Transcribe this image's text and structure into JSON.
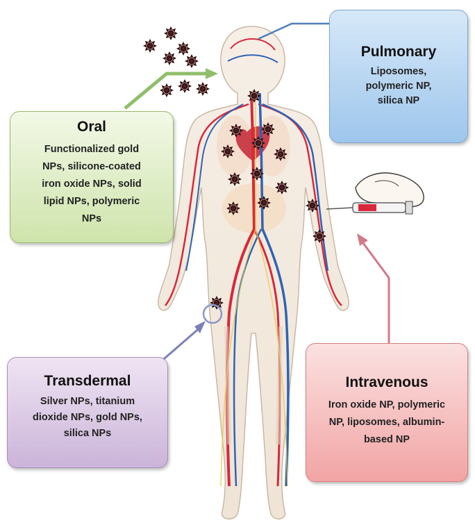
{
  "routes": {
    "oral": {
      "title": "Oral",
      "lines": [
        "Functionalized gold",
        "NPs, silicone-coated",
        "iron oxide NPs, solid",
        "lipid NPs, polymeric",
        "NPs"
      ]
    },
    "pulmonary": {
      "title": "Pulmonary",
      "lines": [
        "Liposomes,",
        "polymeric NP,",
        "silica NP"
      ]
    },
    "transdermal": {
      "title": "Transdermal",
      "lines": [
        "Silver NPs, titanium",
        "dioxide NPs, gold NPs,",
        "silica NPs"
      ]
    },
    "intravenous": {
      "title": "Intravenous",
      "lines": [
        "Iron oxide NP, polymeric",
        "NP, liposomes, albumin-",
        "based NP"
      ]
    }
  },
  "colors": {
    "oral_arrow": "#8fbf6a",
    "pulmonary_line": "#4f7fb8",
    "transdermal_arrow": "#7c7fb7",
    "intravenous_arrow": "#d07a8a",
    "artery": "#d8283a",
    "vein": "#2f63b5",
    "nanoparticle": "#2a1010"
  },
  "icons": {
    "body": "human-circulatory-system-icon",
    "particle": "nanoparticle-icon",
    "syringe": "syringe-icon"
  }
}
